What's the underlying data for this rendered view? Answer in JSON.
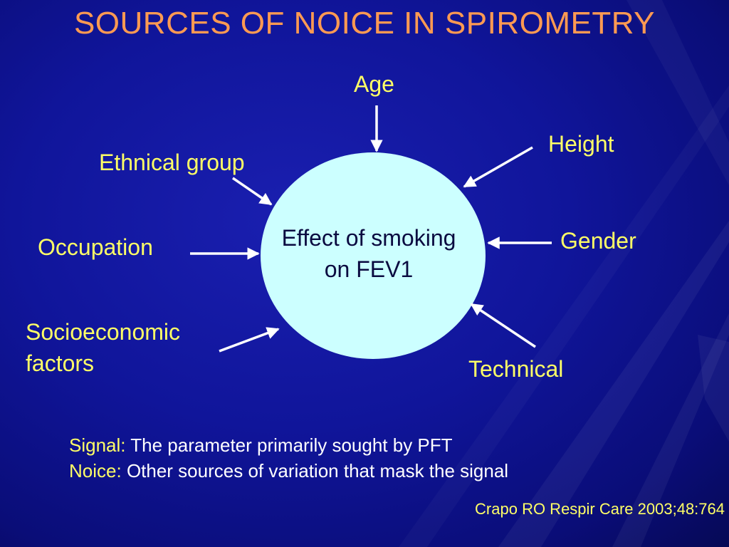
{
  "slide": {
    "title": "SOURCES OF NOICE IN SPIROMETRY",
    "center": {
      "line1": "Effect of smoking",
      "line2": "on FEV1"
    },
    "factors": {
      "age": "Age",
      "height": "Height",
      "ethnical_group": "Ethnical group",
      "gender": "Gender",
      "occupation": "Occupation",
      "socioeconomic_line1": "Socioeconomic",
      "socioeconomic_line2": "factors",
      "technical": "Technical"
    },
    "definitions": [
      {
        "key": "Signal:",
        "text": "The parameter primarily sought by PFT"
      },
      {
        "key": "Noice:",
        "text": "Other sources of variation that mask the signal"
      }
    ],
    "citation": "Crapo RO Respir Care 2003;48:764",
    "colors": {
      "title": "#ff9a52",
      "factor_text": "#ffff66",
      "circle_fill": "#ccffff",
      "background": "#10159a",
      "arrow": "#ffffff"
    }
  }
}
